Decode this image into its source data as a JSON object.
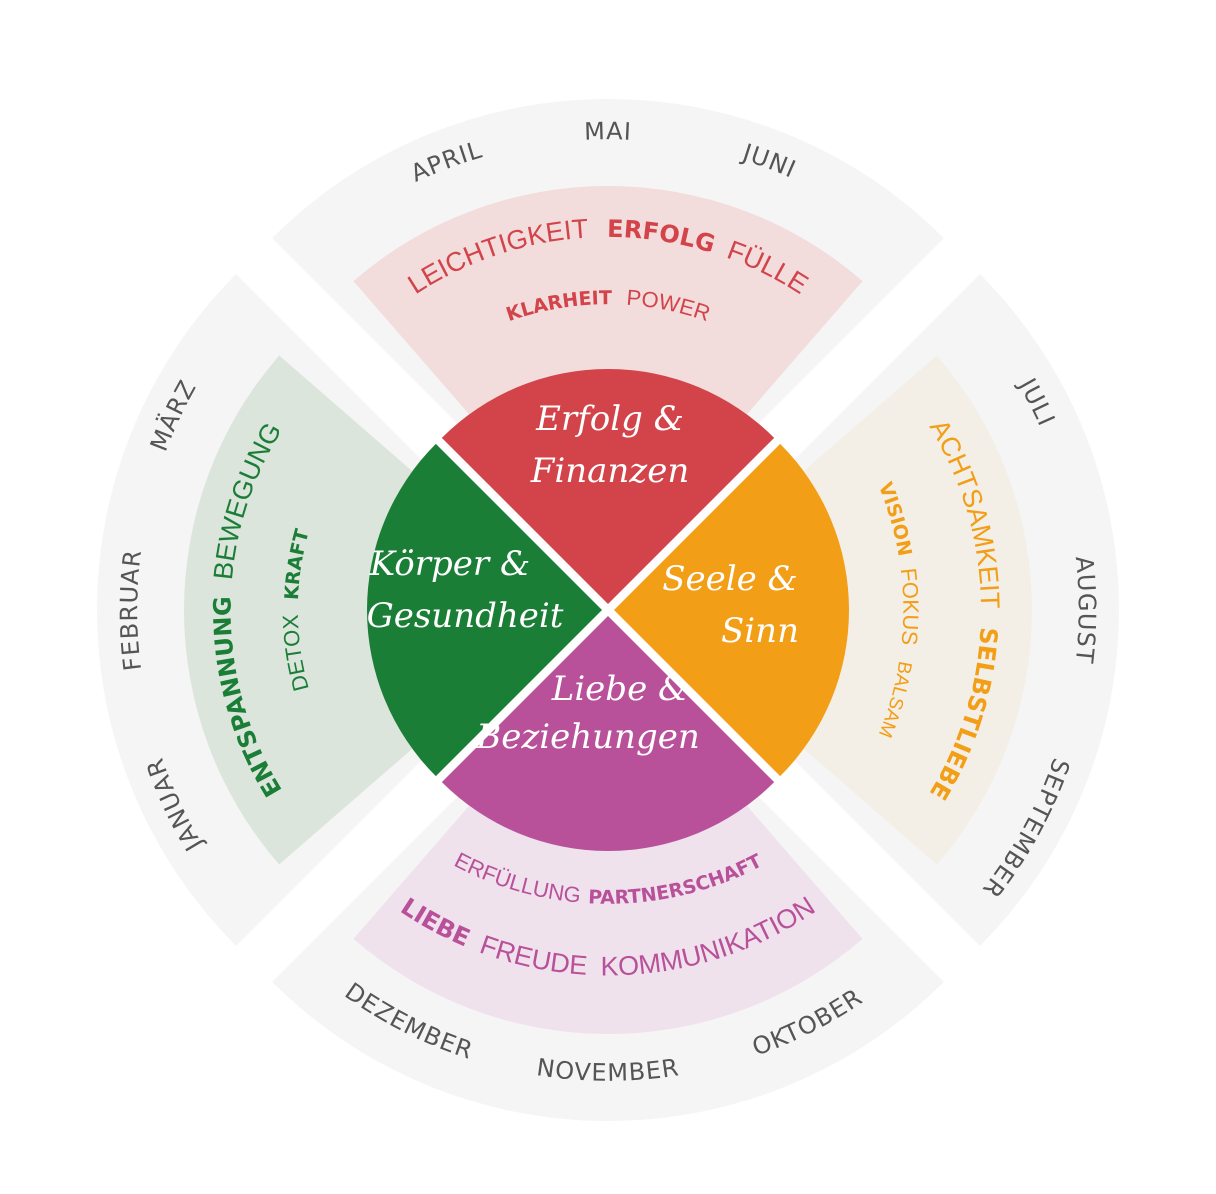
{
  "colors": {
    "outer_ring": "#f5f5f5",
    "red": "#d2434a",
    "red_light": "#f2dcdc",
    "orange": "#f29e16",
    "orange_light": "#f4efe6",
    "magenta": "#b8519a",
    "magenta_light": "#efe2ec",
    "green": "#1a7e37",
    "green_light": "#dce5dc"
  },
  "months": {
    "top": [
      "APRIL",
      "MAI",
      "JUNI"
    ],
    "right": [
      "JULI",
      "AUGUST",
      "SEPTEMBER"
    ],
    "bottom": [
      "OKTOBER",
      "NOVEMBER",
      "DEZEMBER"
    ],
    "left": [
      "JANUAR",
      "FEBRUAR",
      "MÄRZ"
    ]
  },
  "quadrants": {
    "top": {
      "title_line1": "Erfolg &",
      "title_line2": "Finanzen",
      "row1": [
        {
          "text": "LEICHTIGKEIT",
          "bold": false
        },
        {
          "text": "ERFOLG",
          "bold": true
        },
        {
          "text": "FÜLLE",
          "bold": false
        }
      ],
      "row2": [
        {
          "text": "KLARHEIT",
          "bold": true
        },
        {
          "text": "POWER",
          "bold": false
        }
      ]
    },
    "right": {
      "title_line1": "Seele &",
      "title_line2": "Sinn",
      "row1": [
        {
          "text": "ACHTSAMKEIT",
          "bold": false
        },
        {
          "text": "SELBSTLIEBE",
          "bold": true
        }
      ],
      "row2": [
        {
          "text": "VISION",
          "bold": true
        },
        {
          "text": "FOKUS",
          "bold": false
        },
        {
          "text": "BALSAM",
          "bold": false
        }
      ]
    },
    "bottom": {
      "title_line1": "Liebe &",
      "title_line2": "Beziehungen",
      "row1": [
        {
          "text": "KOMMUNIKATION",
          "bold": false
        },
        {
          "text": "FREUDE",
          "bold": false
        },
        {
          "text": "LIEBE",
          "bold": true
        }
      ],
      "row2": [
        {
          "text": "PARTNERSCHAFT",
          "bold": true
        },
        {
          "text": "ERFÜLLUNG",
          "bold": false
        }
      ]
    },
    "left": {
      "title_line1": "Körper &",
      "title_line2": "Gesundheit",
      "row1": [
        {
          "text": "ENTSPANNUNG",
          "bold": true
        },
        {
          "text": "BEWEGUNG",
          "bold": false
        }
      ],
      "row2": [
        {
          "text": "DETOX",
          "bold": false
        },
        {
          "text": "KRAFT",
          "bold": true
        }
      ]
    }
  }
}
